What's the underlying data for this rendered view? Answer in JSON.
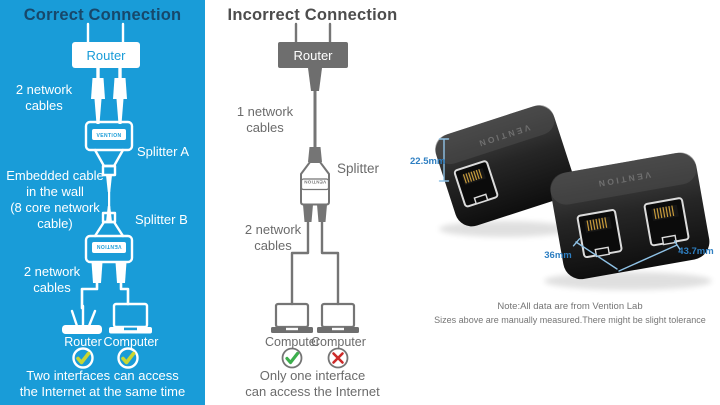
{
  "colors": {
    "blue-bg": "#199CD8",
    "navy": "#17486B",
    "white": "#FFFFFF",
    "title-gray": "#4D4D4D",
    "gray-text": "#6B6B6B",
    "gray-line": "#757575",
    "gray-fill": "#6E6E6E",
    "green": "#3CAE4C",
    "red": "#CC2A29",
    "check-yellow": "#C8D633",
    "brand-blue": "#199CD8",
    "measure-blue": "#2E7FC2",
    "measure-line": "#8FC2E6",
    "note-gray": "#757575"
  },
  "brand": "VENTION",
  "correct_panel": {
    "title": "Correct Connection",
    "router_label": "Router",
    "cables_top": [
      "2 network",
      "cables"
    ],
    "splitter_a_label": "Splitter A",
    "wall_note": [
      "Embedded cable",
      "in the wall",
      "(8 core network",
      "cable)"
    ],
    "splitter_b_label": "Splitter B",
    "cables_bottom": [
      "2 network",
      "cables"
    ],
    "device_left_label": "Router",
    "device_right_label": "Computer",
    "result": [
      "Two interfaces can access",
      "the Internet at the same time"
    ]
  },
  "incorrect_panel": {
    "title": "Incorrect Connection",
    "router_label": "Router",
    "cables_top": [
      "1 network",
      "cables"
    ],
    "splitter_label": "Splitter",
    "cables_bottom": [
      "2 network",
      "cables"
    ],
    "device_left_label": "Computer",
    "device_right_label": "Computer",
    "result": [
      "Only one interface",
      "can access the Internet"
    ]
  },
  "product_panel": {
    "dimensions": {
      "height": "22.5mm",
      "width": "36mm",
      "depth": "43.7mm"
    },
    "note": [
      "Note:All data are from Vention Lab",
      "Sizes above are manually measured.There might be slight tolerance"
    ]
  }
}
